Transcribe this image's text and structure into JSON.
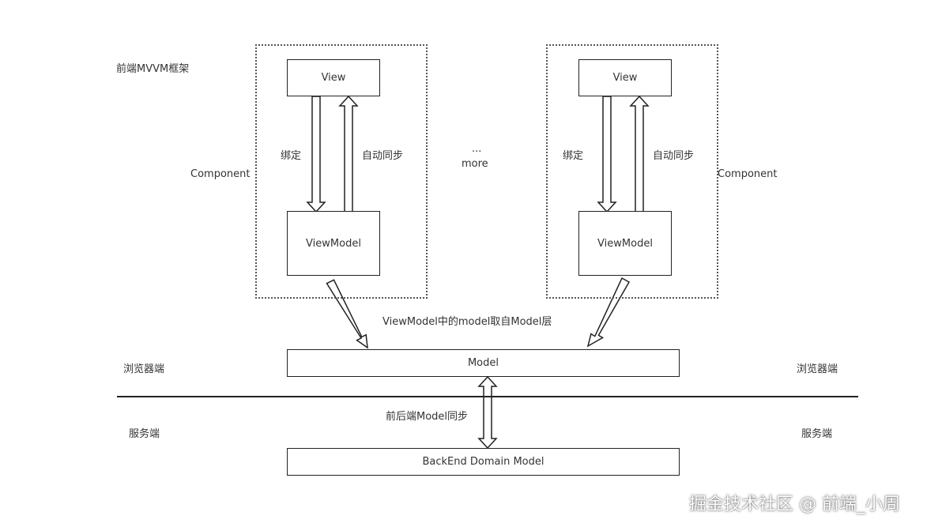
{
  "labels": {
    "frontend_framework": "前端MVVM框架",
    "component_left": "Component",
    "component_right": "Component",
    "bind_left": "绑定",
    "sync_left": "自动同步",
    "bind_right": "绑定",
    "sync_right": "自动同步",
    "ellipsis": "...",
    "more": "more",
    "vm_from_model": "ViewModel中的model取自Model层",
    "browser_left": "浏览器端",
    "browser_right": "浏览器端",
    "server_left": "服务端",
    "server_right": "服务端",
    "fe_be_sync": "前后端Model同步"
  },
  "boxes": {
    "view_left": "View",
    "viewmodel_left": "ViewModel",
    "view_right": "View",
    "viewmodel_right": "ViewModel",
    "model": "Model",
    "backend_model": "BackEnd Domain Model"
  },
  "watermark": "掘金技术社区 @ 前端_小周"
}
